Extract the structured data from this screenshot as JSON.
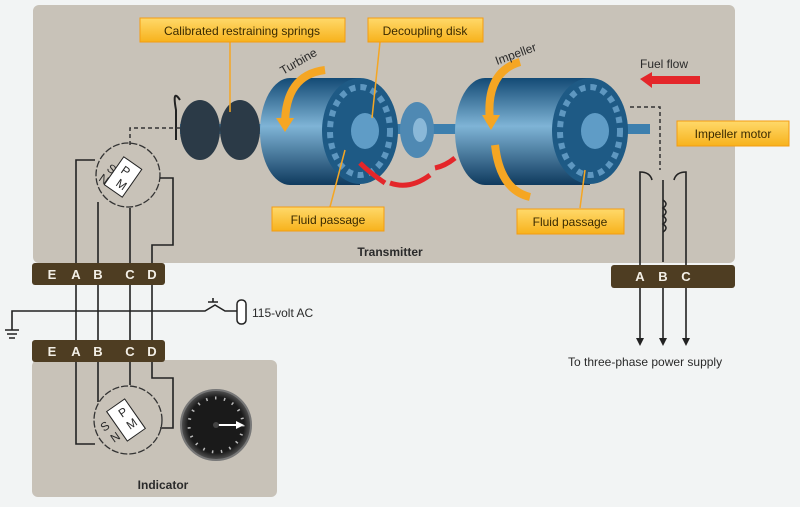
{
  "callouts": {
    "springs": "Calibrated restraining springs",
    "decoupling": "Decoupling disk",
    "fluid_left": "Fluid passage",
    "fluid_right": "Fluid passage",
    "impeller_motor": "Impeller motor"
  },
  "labels": {
    "turbine": "Turbine",
    "impeller": "Impeller",
    "fuel_flow": "Fuel flow",
    "transmitter": "Transmitter",
    "indicator": "Indicator",
    "ac": "115-volt AC",
    "power": "To three-phase power supply"
  },
  "terminals": {
    "left": [
      "E",
      "A",
      "B",
      "C",
      "D"
    ],
    "right": [
      "A",
      "B",
      "C"
    ]
  },
  "synchro": {
    "poles": [
      "S",
      "N",
      "P",
      "M"
    ]
  },
  "colors": {
    "panel": "#c8c2b8",
    "terminal_bar": "#4e3d22",
    "callout": "#fdc43a",
    "arrow": "#e4262a",
    "rotor": "#2a6e9c"
  }
}
